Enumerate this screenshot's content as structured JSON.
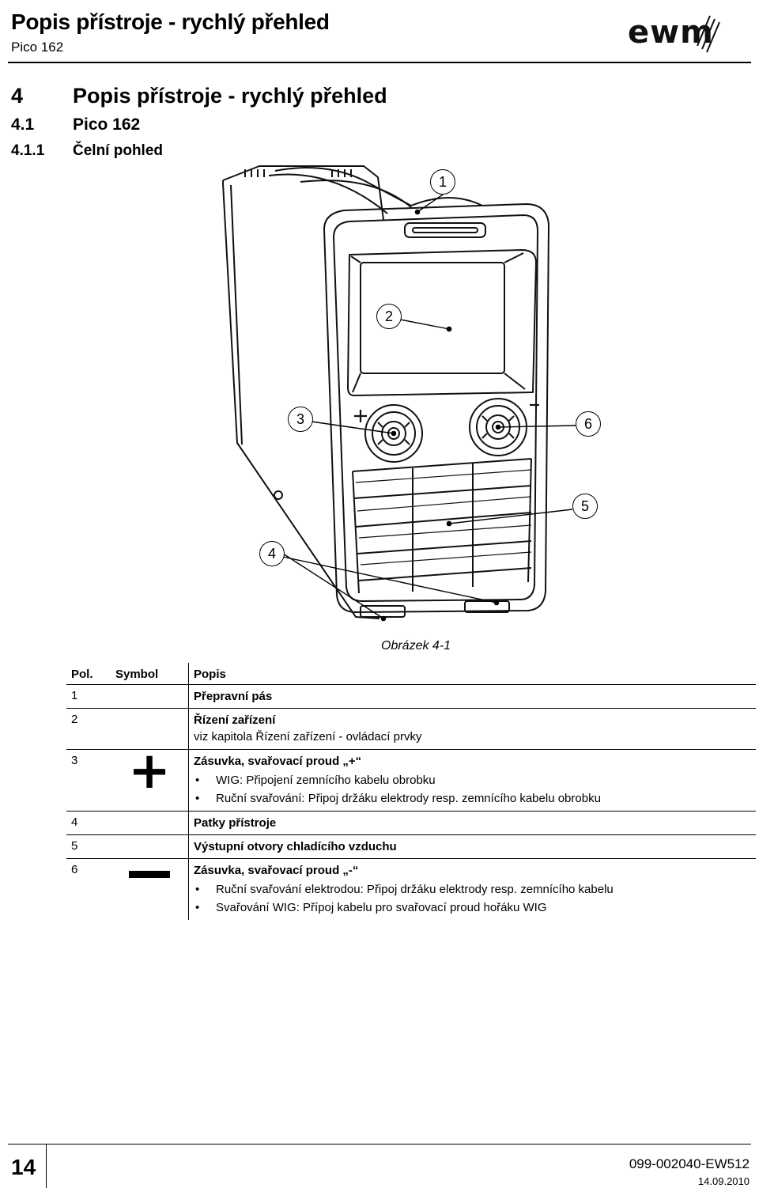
{
  "header": {
    "title": "Popis přístroje - rychlý přehled",
    "subtitle": "Pico 162",
    "logo_text": "ewm"
  },
  "sections": [
    {
      "num": "4",
      "title": "Popis přístroje - rychlý přehled"
    },
    {
      "num": "4.1",
      "title": "Pico 162"
    },
    {
      "num": "4.1.1",
      "title": "Čelní pohled"
    }
  ],
  "figure": {
    "callouts": [
      "1",
      "2",
      "3",
      "6",
      "5",
      "4"
    ],
    "caption": "Obrázek 4-1"
  },
  "table": {
    "headers": {
      "pos": "Pol.",
      "symbol": "Symbol",
      "desc": "Popis"
    },
    "rows": [
      {
        "pos": "1",
        "symbol": "",
        "title": "Přepravní pás",
        "sub": "",
        "bullets": []
      },
      {
        "pos": "2",
        "symbol": "",
        "title": "Řízení zařízení",
        "sub": "viz kapitola Řízení zařízení - ovládací prvky",
        "bullets": []
      },
      {
        "pos": "3",
        "symbol": "plus",
        "title": "Zásuvka, svařovací proud „+“",
        "sub": "",
        "bullets": [
          "WIG: Připojení zemnícího kabelu obrobku",
          "Ruční svařování: Připoj držáku elektrody resp. zemnícího kabelu obrobku"
        ]
      },
      {
        "pos": "4",
        "symbol": "",
        "title": "Patky přístroje",
        "sub": "",
        "bullets": []
      },
      {
        "pos": "5",
        "symbol": "",
        "title": "Výstupní otvory chladícího vzduchu",
        "sub": "",
        "bullets": []
      },
      {
        "pos": "6",
        "symbol": "minus",
        "title": "Zásuvka, svařovací proud „-“",
        "sub": "",
        "bullets": [
          "Ruční svařování elektrodou: Připoj držáku elektrody resp. zemnícího kabelu",
          "Svařování WIG: Přípoj kabelu pro svařovací proud hořáku WIG"
        ]
      }
    ]
  },
  "footer": {
    "page_number": "14",
    "doc_id": "099-002040-EW512",
    "date": "14.09.2010"
  }
}
